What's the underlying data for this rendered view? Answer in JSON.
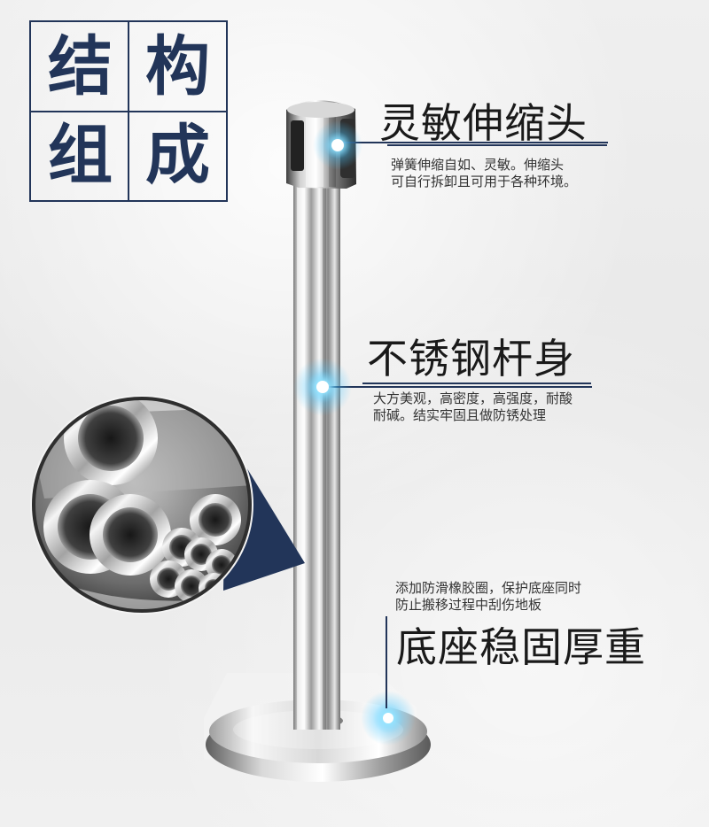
{
  "title_grid": [
    "结",
    "构",
    "组",
    "成"
  ],
  "callouts": {
    "head": {
      "title": "灵敏伸缩头",
      "lines": [
        "弹簧伸缩自如、灵敏。伸缩头",
        "可自行拆卸且可用于各种环境。"
      ]
    },
    "body": {
      "title": "不锈钢杆身",
      "lines": [
        "大方美观，高密度，高强度，耐酸",
        "耐碱。结实牢固且做防锈处理"
      ]
    },
    "base": {
      "note_lines": [
        "添加防滑橡胶圈，保护底座同时",
        "防止搬移过程中刮伤地板"
      ],
      "title": "底座稳固厚重"
    }
  },
  "illustration": {
    "product": "stainless-steel-queue-stanchion",
    "inset": "stainless-steel-tubes",
    "marker_color": "#53c8ff",
    "brand_color": "#223559"
  }
}
